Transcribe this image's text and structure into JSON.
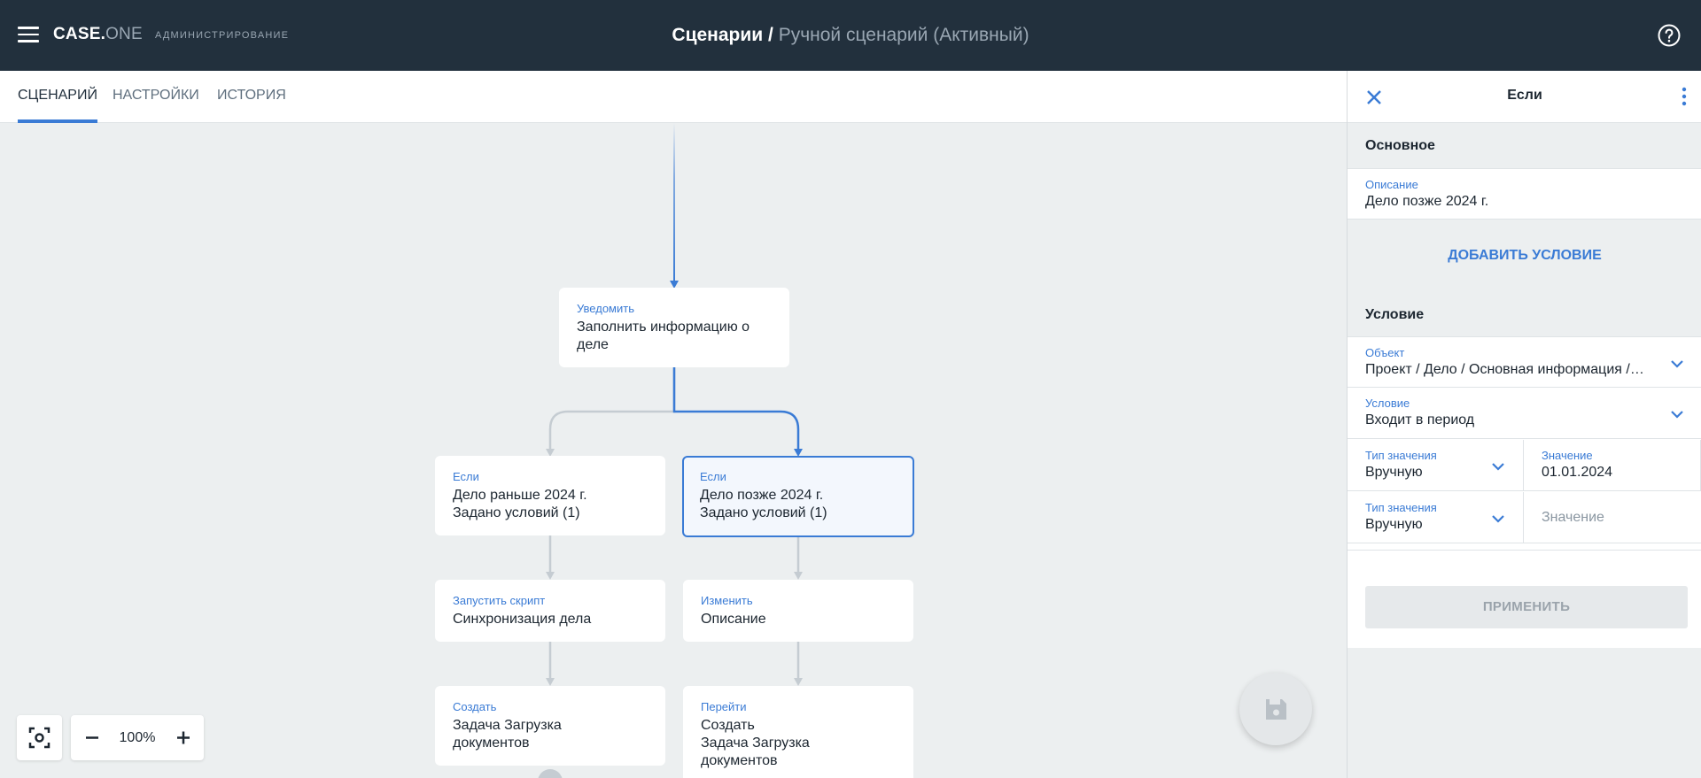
{
  "header": {
    "logo_main": "CASE.",
    "logo_accent": "ONE",
    "section": "АДМИНИСТРИРОВАНИЕ",
    "breadcrumb_root": "Сценарии /",
    "breadcrumb_current": "Ручной сценарий (Активный)"
  },
  "tabs": [
    {
      "label": "СЦЕНАРИЙ",
      "active": true
    },
    {
      "label": "НАСТРОЙКИ",
      "active": false
    },
    {
      "label": "ИСТОРИЯ",
      "active": false
    }
  ],
  "flow": {
    "nodes": [
      {
        "type": "Уведомить",
        "text": "Заполнить информацию о\nделе",
        "selected": false
      },
      {
        "type": "Если",
        "text": "Дело раньше 2024 г.\nЗадано условий (1)",
        "selected": false
      },
      {
        "type": "Если",
        "text": "Дело позже 2024 г.\nЗадано условий (1)",
        "selected": true
      },
      {
        "type": "Запустить скрипт",
        "text": "Синхронизация дела",
        "selected": false
      },
      {
        "type": "Изменить",
        "text": "Описание",
        "selected": false
      },
      {
        "type": "Создать",
        "text": "Задача Загрузка\nдокументов",
        "selected": false
      },
      {
        "type": "Перейти",
        "text": "Создать\nЗадача Загрузка\nдокументов",
        "selected": false
      }
    ],
    "colors": {
      "active_edge": "#3a7bd5",
      "inactive_edge": "#c5ccd2"
    }
  },
  "zoom": {
    "value": "100%"
  },
  "panel": {
    "title": "Если",
    "section_main": "Основное",
    "description": {
      "label": "Описание",
      "value": "Дело позже 2024 г."
    },
    "add_condition": "ДОБАВИТЬ УСЛОВИЕ",
    "section_condition": "Условие",
    "object": {
      "label": "Объект",
      "value": "Проект / Дело / Основная информация / Дата создания"
    },
    "condition": {
      "label": "Условие",
      "value": "Входит в период"
    },
    "row1": {
      "type_label": "Тип значения",
      "type_value": "Вручную",
      "value_label": "Значение",
      "value": "01.01.2024"
    },
    "row2": {
      "type_label": "Тип значения",
      "type_value": "Вручную",
      "value_placeholder": "Значение"
    },
    "apply": "ПРИМЕНИТЬ"
  },
  "colors": {
    "accent": "#3a7bd5",
    "topbar": "#22303d",
    "canvas": "#eceff0"
  }
}
